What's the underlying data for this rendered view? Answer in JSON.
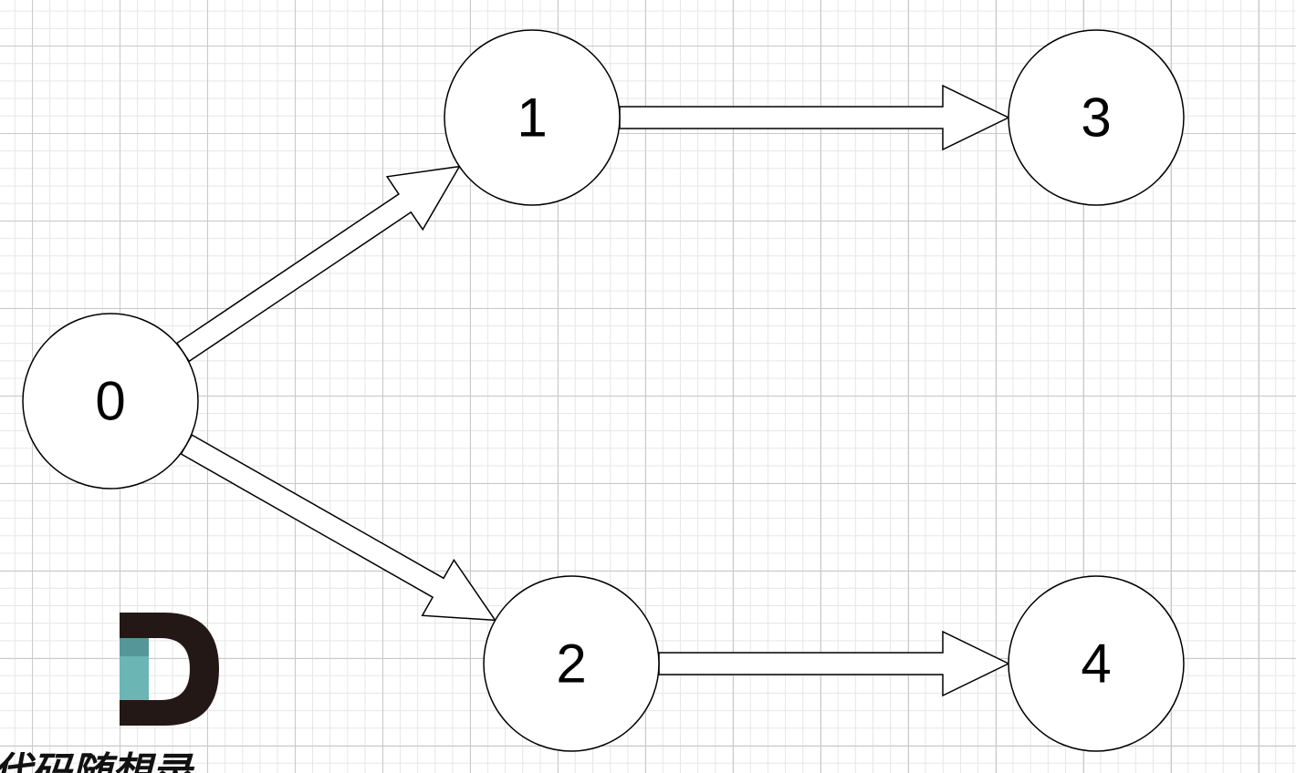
{
  "diagram": {
    "nodes": [
      {
        "id": "n0",
        "label": "0"
      },
      {
        "id": "n1",
        "label": "1"
      },
      {
        "id": "n2",
        "label": "2"
      },
      {
        "id": "n3",
        "label": "3"
      },
      {
        "id": "n4",
        "label": "4"
      }
    ],
    "edges": [
      {
        "from": "n0",
        "to": "n1"
      },
      {
        "from": "n0",
        "to": "n2"
      },
      {
        "from": "n1",
        "to": "n3"
      },
      {
        "from": "n2",
        "to": "n4"
      }
    ]
  },
  "watermark": {
    "logo_letter": "D",
    "text": "代码随想录",
    "colors": {
      "dark": "#231815",
      "teal": "#6bb5b5"
    }
  }
}
